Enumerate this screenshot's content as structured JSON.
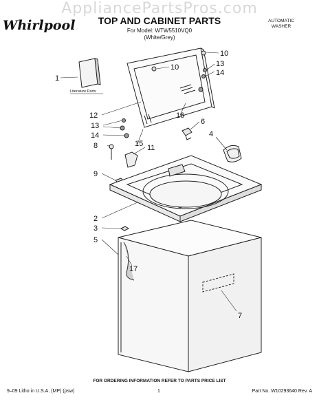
{
  "watermark": "AppliancePartsPros.com",
  "brand": "Whirlpool",
  "title": "TOP AND CABINET PARTS",
  "model_line": "For Model: WTW5510VQ0",
  "color_line": "(White/Grey)",
  "corner_label_1": "AUTOMATIC",
  "corner_label_2": "WASHER",
  "literature_label": "Literature Parts",
  "footer_notice": "FOR ORDERING INFORMATION REFER TO PARTS PRICE LIST",
  "footer_left": "9–09 Litho in U.S.A. (MP) (psw)",
  "footer_page": "1",
  "footer_right": "Part No. W10293640 Rev. A",
  "callouts": {
    "c1": "1",
    "c2": "2",
    "c3": "3",
    "c4": "4",
    "c5": "5",
    "c6": "6",
    "c7": "7",
    "c8": "8",
    "c9": "9",
    "c10a": "10",
    "c10b": "10",
    "c11": "11",
    "c12": "12",
    "c13a": "13",
    "c13b": "13",
    "c14a": "14",
    "c14b": "14",
    "c15": "15",
    "c16": "16",
    "c17": "17"
  }
}
